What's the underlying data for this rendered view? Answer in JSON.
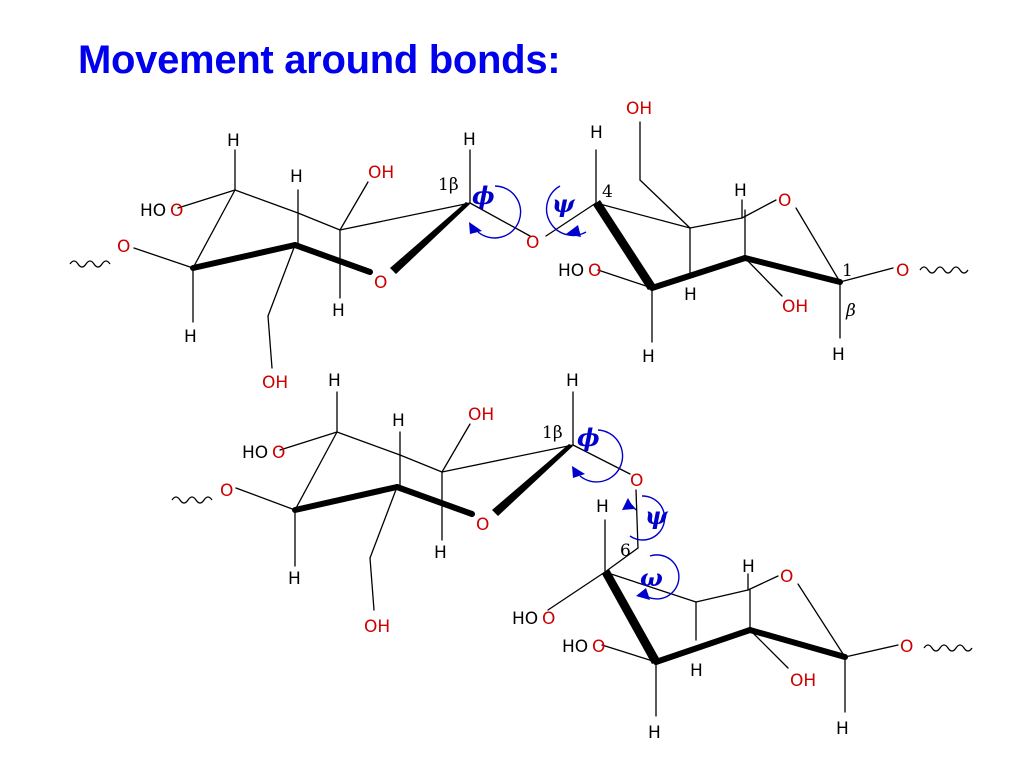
{
  "title": "Movement around bonds:",
  "labels": {
    "H": "H",
    "O": "O",
    "OH": "OH",
    "HO": "HO",
    "c1b": "1β",
    "c1": "1",
    "c4": "4",
    "c6": "6",
    "beta": "β",
    "phi": "ϕ",
    "psi": "ψ",
    "omega": "ω"
  },
  "colors": {
    "title": "#0000ee",
    "oxygen": "#cc0000",
    "angles": "#0000cc"
  }
}
